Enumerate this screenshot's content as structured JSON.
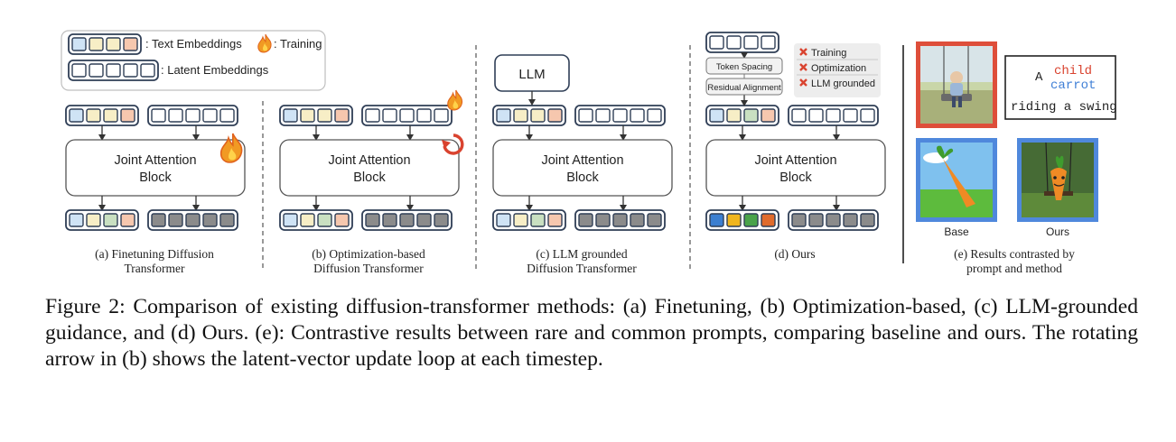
{
  "legend": {
    "text_embeddings": ": Text Embeddings",
    "training": ": Training",
    "latent_embeddings": ": Latent Embeddings"
  },
  "block_label_line1": "Joint Attention",
  "block_label_line2": "Block",
  "panel_c": {
    "llm_label": "LLM"
  },
  "panel_d": {
    "token_spacing": "Token Spacing",
    "residual_alignment": "Residual Alignment",
    "checklist": [
      "Training",
      "Optimization",
      "LLM grounded"
    ]
  },
  "panel_e": {
    "prompt_word_a": "A",
    "prompt_word_child": "child",
    "prompt_word_carrot": "carrot",
    "prompt_rest": "riding a swing",
    "base_label": "Base",
    "ours_label": "Ours"
  },
  "subcaptions": {
    "a": [
      "(a) Finetuning Diffusion",
      "Transformer"
    ],
    "b": [
      "(b) Optimization-based",
      "Diffusion Transformer"
    ],
    "c": [
      "(c) LLM grounded",
      "Diffusion Transformer"
    ],
    "d": [
      "(d) Ours"
    ],
    "e": [
      "(e) Results contrasted by",
      "prompt and method"
    ]
  },
  "caption": "Figure 2: Comparison of existing diffusion-transformer methods: (a) Finetuning, (b) Optimization-based, (c) LLM-grounded guidance, and (d) Ours. (e): Contrastive results between rare and common prompts, comparing baseline and ours. The rotating arrow in (b) shows the latent-vector update loop at each timestep.",
  "colors": {
    "embed_border": "#2f3e56",
    "cell_yellow": "#f7eec6",
    "cell_green": "#c9e0c1",
    "cell_blue": "#cfe3f5",
    "cell_orange": "#f6c7ae",
    "cell_gray": "#8b8b8b",
    "frame_red": "#de4e3a",
    "frame_blue": "#4f88dc",
    "child_red": "#d9432f",
    "carrot_blue": "#3f7fd6"
  }
}
